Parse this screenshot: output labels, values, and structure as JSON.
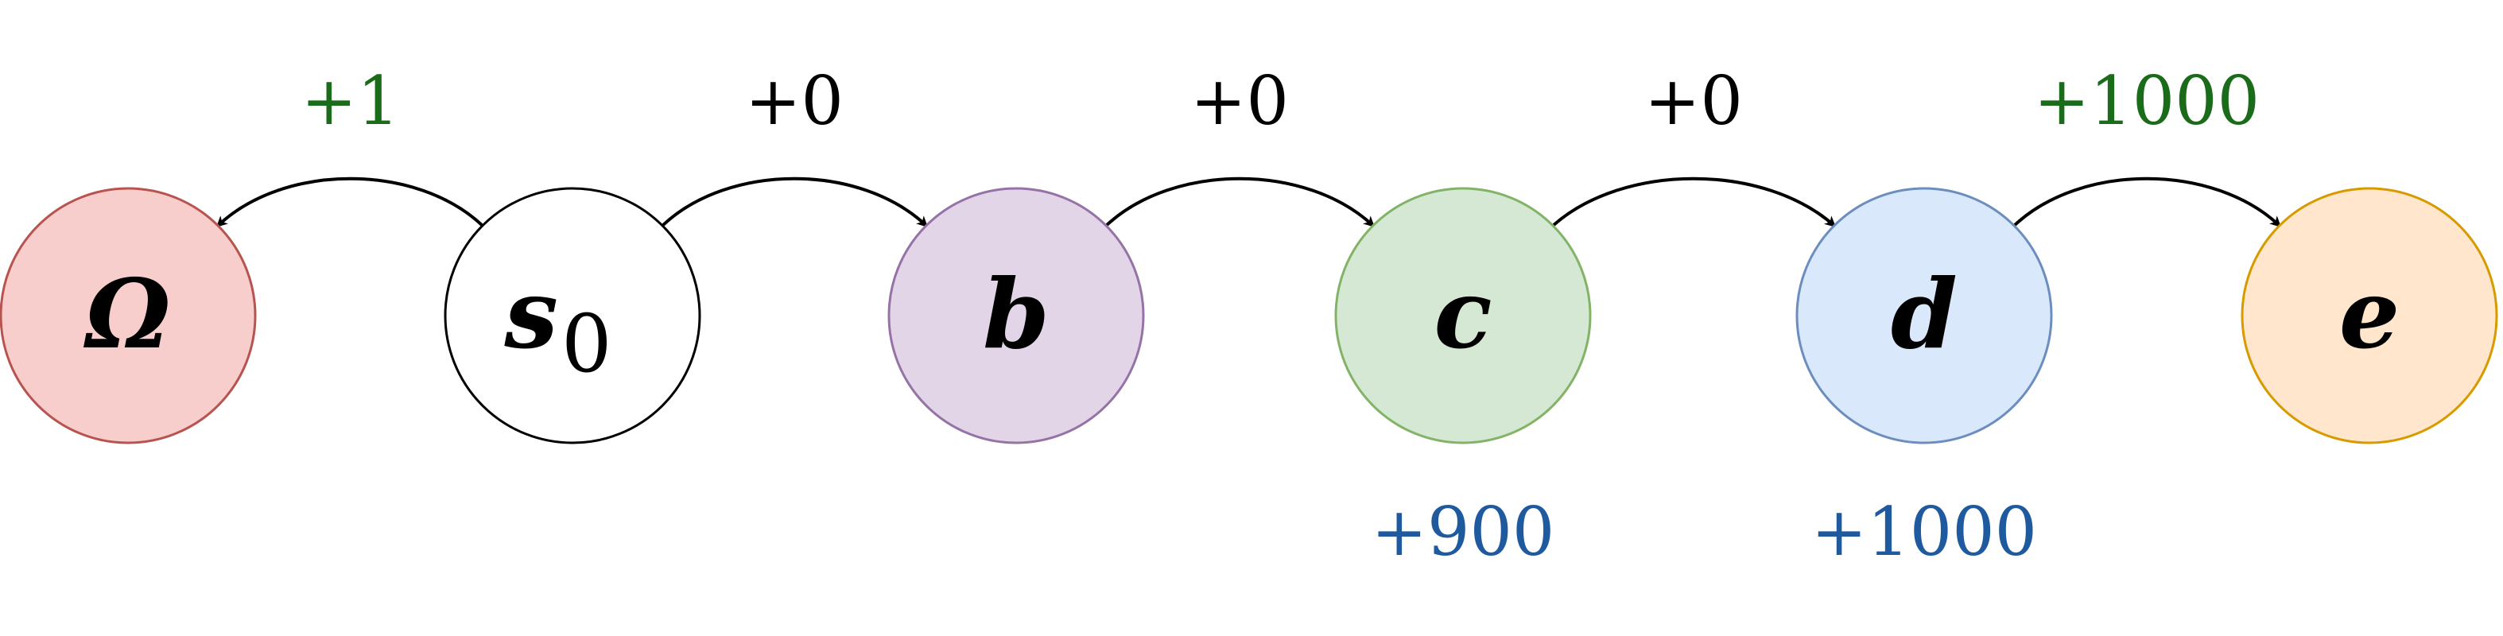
{
  "colors": {
    "edge_reward_green": "#1a6b1a",
    "edge_reward_black": "#000000",
    "node_reward_blue": "#1f5a9e",
    "arrow": "#000000"
  },
  "nodes": [
    {
      "id": "omega",
      "label": "Ω",
      "sub": "",
      "fill": "#f8cecc",
      "stroke": "#b85450",
      "reward": ""
    },
    {
      "id": "s0",
      "label": "s",
      "sub": "0",
      "fill": "#ffffff",
      "stroke": "#000000",
      "reward": ""
    },
    {
      "id": "b",
      "label": "b",
      "sub": "",
      "fill": "#e1d5e7",
      "stroke": "#9673a6",
      "reward": ""
    },
    {
      "id": "c",
      "label": "c",
      "sub": "",
      "fill": "#d5e8d4",
      "stroke": "#82b366",
      "reward": "+900"
    },
    {
      "id": "d",
      "label": "d",
      "sub": "",
      "fill": "#dae8fc",
      "stroke": "#6c8ebf",
      "reward": "+1000"
    },
    {
      "id": "e",
      "label": "e",
      "sub": "",
      "fill": "#ffe6cc",
      "stroke": "#d79b00",
      "reward": ""
    }
  ],
  "edges": [
    {
      "from": "s0",
      "to": "omega",
      "reward": "+1",
      "color": "#1a6b1a"
    },
    {
      "from": "s0",
      "to": "b",
      "reward": "+0",
      "color": "#000000"
    },
    {
      "from": "b",
      "to": "c",
      "reward": "+0",
      "color": "#000000"
    },
    {
      "from": "c",
      "to": "d",
      "reward": "+0",
      "color": "#000000"
    },
    {
      "from": "d",
      "to": "e",
      "reward": "+1000",
      "color": "#1a6b1a"
    }
  ]
}
